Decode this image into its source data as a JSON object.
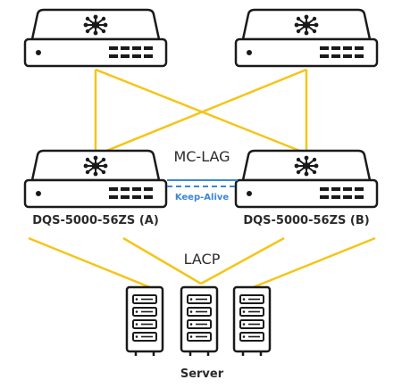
{
  "labels": {
    "mclag": "MC-LAG",
    "keepalive": "Keep-Alive",
    "switch_a": "DQS-5000-56ZS (A)",
    "switch_b": "DQS-5000-56ZS (B)",
    "lacp": "LACP",
    "server": "Server"
  },
  "colors": {
    "link": "#f5c518",
    "keepalive": "#3a86d9",
    "device_outline": "#1a1a1a",
    "text": "#2b2b2b"
  },
  "icons": {
    "switch": "network-switch-icon",
    "hub": "network-hub-icon",
    "server": "server-rack-icon"
  }
}
